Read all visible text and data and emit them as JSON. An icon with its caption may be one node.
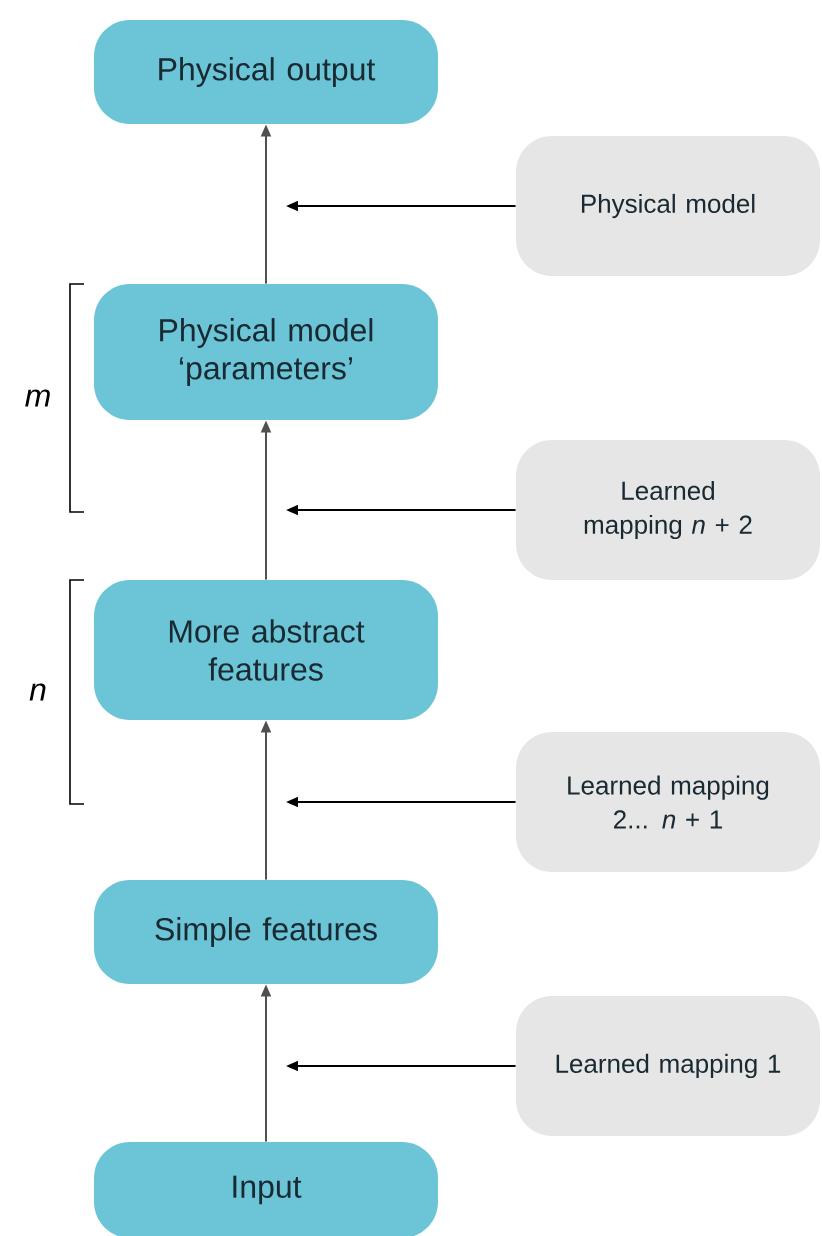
{
  "diagram": {
    "nodes": [
      {
        "text": [
          "Physical output"
        ]
      },
      {
        "text": [
          "Physical model"
        ]
      },
      {
        "text": [
          "Physical model ‘parameters’"
        ]
      },
      {
        "text": [
          "Learned mapping *n* + 2"
        ]
      },
      {
        "text": [
          "More abstract features"
        ]
      },
      {
        "text": [
          "Learned mapping 2... *n* + 1"
        ]
      },
      {
        "text": [
          "Simple features"
        ]
      },
      {
        "text": [
          "Learned mapping 1"
        ]
      },
      {
        "text": [
          "Input"
        ]
      }
    ],
    "edges": [
      {
        "from": 8,
        "to": 6,
        "arrow": "to"
      },
      {
        "from": 6,
        "to": 4,
        "arrow": "to"
      },
      {
        "from": 4,
        "to": 2,
        "arrow": "to"
      },
      {
        "from": 2,
        "to": 0,
        "arrow": "to"
      },
      {
        "from": 1,
        "to": null,
        "arrow": "to"
      },
      {
        "from": 3,
        "to": null,
        "arrow": "to"
      },
      {
        "from": 5,
        "to": null,
        "arrow": "to"
      },
      {
        "from": 7,
        "to": null,
        "arrow": "to"
      }
    ],
    "labels": [
      "m",
      "n"
    ]
  }
}
